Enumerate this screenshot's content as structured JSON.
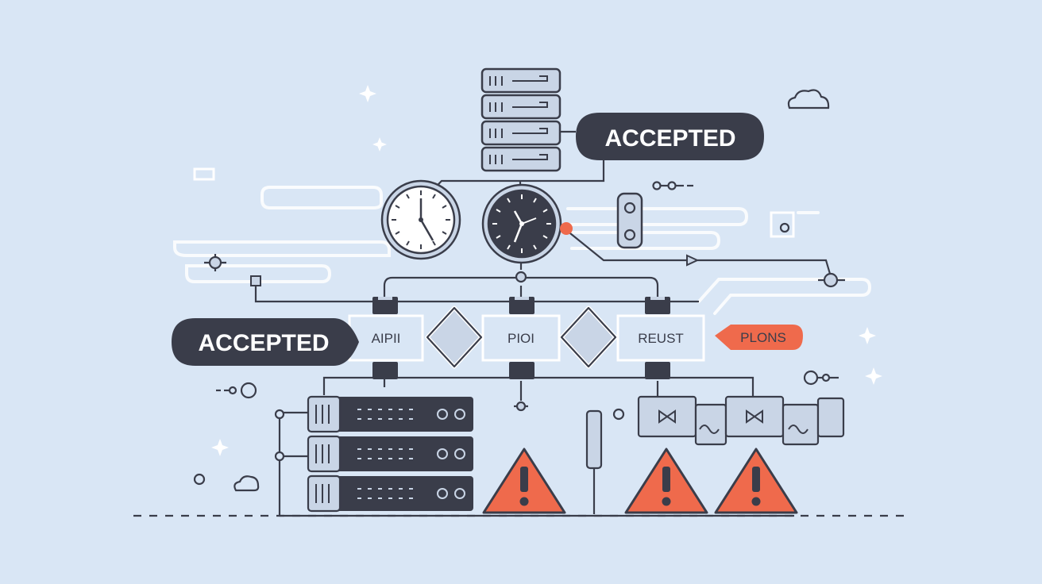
{
  "labels": {
    "accepted_top": "ACCEPTED",
    "accepted_left": "ACCEPTED",
    "node_a": "AIPII",
    "node_b": "PIOI",
    "node_c": "REUST",
    "callout": "PLONS"
  },
  "colors": {
    "background": "#d9e6f5",
    "stroke": "#3a3d4a",
    "panel": "#c9d5e6",
    "dark": "#3a3d4a",
    "accent": "#ef6a4c",
    "glow": "#ffffff"
  },
  "icons": [
    "server-stack-icon",
    "clock-icon",
    "warning-icon",
    "cloud-icon",
    "sparkle-icon",
    "toggle-switch-icon",
    "gear-node-icon"
  ]
}
